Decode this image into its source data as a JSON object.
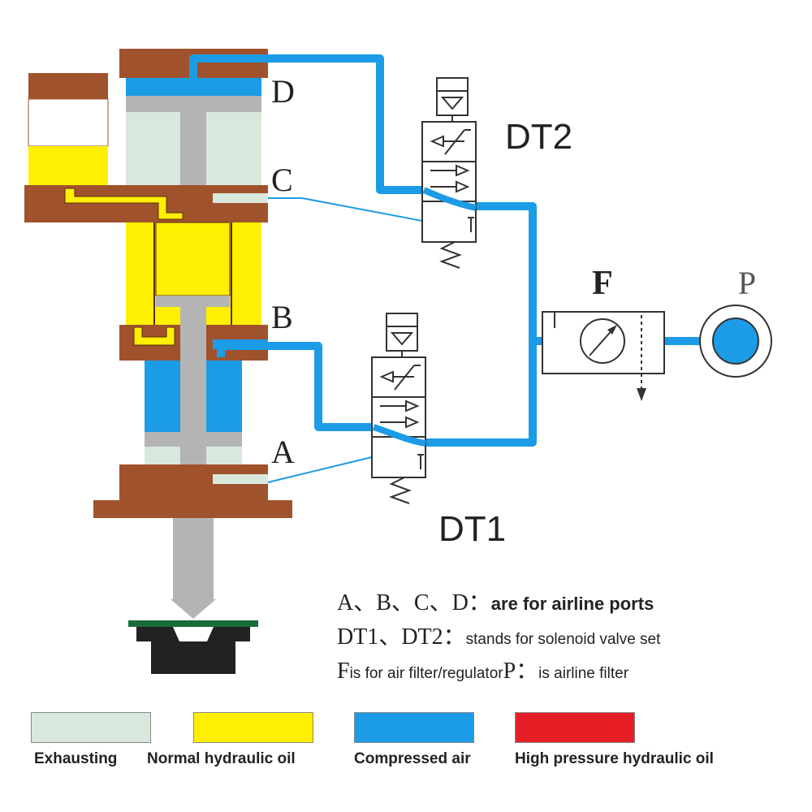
{
  "colors": {
    "exhausting": "#d8e8dc",
    "normal_hydraulic_oil": "#ffef00",
    "compressed_air": "#1c9be6",
    "high_pressure_hydraulic_oil": "#e51e25",
    "body_brown": "#a0522d",
    "rod_gray": "#b4b4b4"
  },
  "ports": {
    "a": "A",
    "b": "B",
    "c": "C",
    "d": "D"
  },
  "valves": {
    "dt1": "DT1",
    "dt2": "DT2"
  },
  "regulator": {
    "label": "F"
  },
  "supply": {
    "label": "P"
  },
  "notes": {
    "line1_serif": "A、B、C、D：",
    "line1_text": "are for airline ports",
    "line2_serif": "DT1、DT2：",
    "line2_text": "stands for solenoid valve set",
    "line3_serif_f": "F",
    "line3_text_a": "is for air filter/regulator",
    "line3_serif_p": "P：",
    "line3_text_b": "is airline filter"
  },
  "legend": [
    {
      "label": "Exhausting",
      "color": "#d8e8dc"
    },
    {
      "label": "Normal hydraulic oil",
      "color": "#ffef00"
    },
    {
      "label": "Compressed air",
      "color": "#1c9be6"
    },
    {
      "label": "High pressure hydraulic oil",
      "color": "#e51e25"
    }
  ]
}
